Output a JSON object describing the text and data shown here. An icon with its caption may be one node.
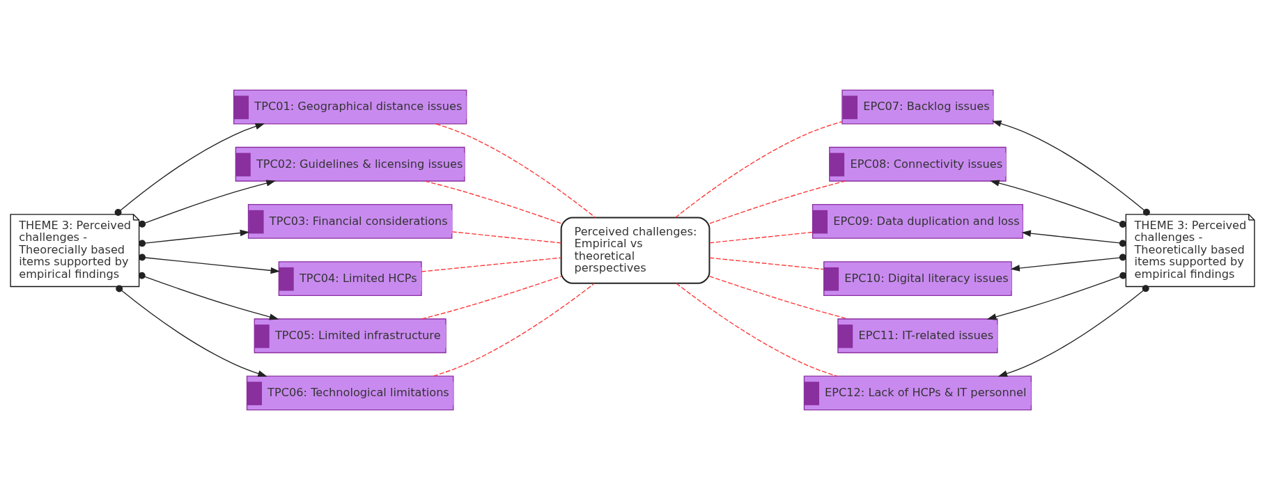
{
  "diagram": {
    "nodes": [
      {
        "text": [
          "THEME 3: Perceived challenges - Theorecially based items supported by empirical findings"
        ]
      },
      {
        "text": [
          "TPC01: Geographical distance issues"
        ]
      },
      {
        "text": [
          "TPC02: Guidelines & licensing issues"
        ]
      },
      {
        "text": [
          "TPC03: Financial considerations"
        ]
      },
      {
        "text": [
          "TPC04: Limited HCPs"
        ]
      },
      {
        "text": [
          "TPC05: Limited infrastructure"
        ]
      },
      {
        "text": [
          "TPC06: Technological limitations"
        ]
      },
      {
        "text": [
          "Perceived challenges: Empirical vs theoretical perspectives"
        ]
      },
      {
        "text": [
          "EPC07: Backlog issues"
        ]
      },
      {
        "text": [
          "EPC08: Connectivity issues"
        ]
      },
      {
        "text": [
          "EPC09: Data duplication and loss"
        ]
      },
      {
        "text": [
          "EPC10: Digital literacy issues"
        ]
      },
      {
        "text": [
          "EPC11: IT-related issues"
        ]
      },
      {
        "text": [
          "EPC12: Lack of HCPs & IT personnel"
        ]
      },
      {
        "text": [
          "THEME 3: Perceived challenges - Theoretically based items supported by empirical findings"
        ]
      }
    ],
    "edges": [
      {
        "from": 0,
        "to": 1,
        "arrow": "to"
      },
      {
        "from": 0,
        "to": 2,
        "arrow": "to"
      },
      {
        "from": 0,
        "to": 3,
        "arrow": "to"
      },
      {
        "from": 0,
        "to": 4,
        "arrow": "to"
      },
      {
        "from": 0,
        "to": 5,
        "arrow": "to"
      },
      {
        "from": 0,
        "to": 6,
        "arrow": "to"
      },
      {
        "from": 7,
        "to": 1,
        "arrow": "none",
        "style": "dashed",
        "color": "#ff3333"
      },
      {
        "from": 7,
        "to": 2,
        "arrow": "none",
        "style": "dashed",
        "color": "#ff3333"
      },
      {
        "from": 7,
        "to": 3,
        "arrow": "none",
        "style": "dashed",
        "color": "#ff3333"
      },
      {
        "from": 7,
        "to": 4,
        "arrow": "none",
        "style": "dashed",
        "color": "#ff3333"
      },
      {
        "from": 7,
        "to": 5,
        "arrow": "none",
        "style": "dashed",
        "color": "#ff3333"
      },
      {
        "from": 7,
        "to": 6,
        "arrow": "none",
        "style": "dashed",
        "color": "#ff3333"
      },
      {
        "from": 7,
        "to": 8,
        "arrow": "none",
        "style": "dashed",
        "color": "#ff3333"
      },
      {
        "from": 7,
        "to": 9,
        "arrow": "none",
        "style": "dashed",
        "color": "#ff3333"
      },
      {
        "from": 7,
        "to": 10,
        "arrow": "none",
        "style": "dashed",
        "color": "#ff3333"
      },
      {
        "from": 7,
        "to": 11,
        "arrow": "none",
        "style": "dashed",
        "color": "#ff3333"
      },
      {
        "from": 7,
        "to": 12,
        "arrow": "none",
        "style": "dashed",
        "color": "#ff3333"
      },
      {
        "from": 7,
        "to": 13,
        "arrow": "none",
        "style": "dashed",
        "color": "#ff3333"
      },
      {
        "from": 14,
        "to": 8,
        "arrow": "to"
      },
      {
        "from": 14,
        "to": 9,
        "arrow": "to"
      },
      {
        "from": 14,
        "to": 10,
        "arrow": "to"
      },
      {
        "from": 14,
        "to": 11,
        "arrow": "to"
      },
      {
        "from": 14,
        "to": 12,
        "arrow": "to"
      },
      {
        "from": 14,
        "to": 13,
        "arrow": "to"
      }
    ]
  }
}
